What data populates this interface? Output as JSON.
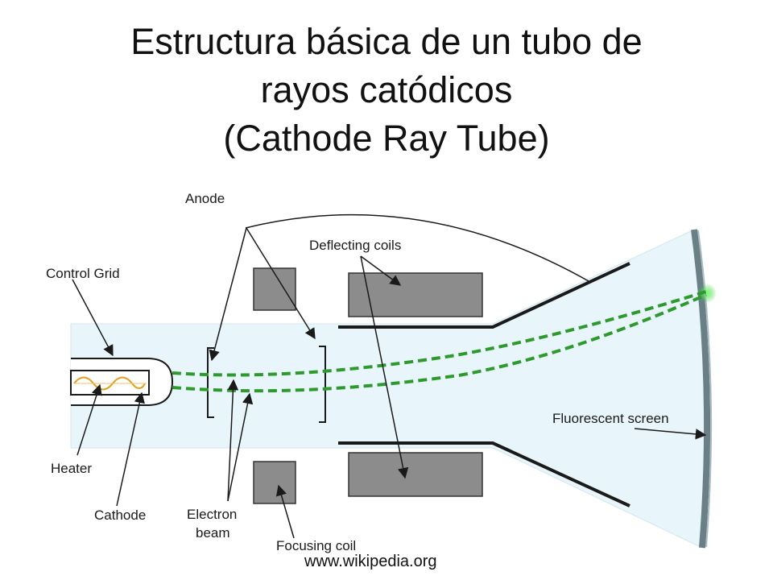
{
  "slide": {
    "title_lines": [
      "Estructura básica de un tubo de",
      "rayos catódicos",
      "(Cathode Ray Tube)"
    ],
    "source": "www.wikipedia.org"
  },
  "labels": {
    "anode": "Anode",
    "deflecting_coils": "Deflecting coils",
    "control_grid": "Control Grid",
    "fluorescent_screen": "Fluorescent screen",
    "heater": "Heater",
    "cathode": "Cathode",
    "electron_beam_line1": "Electron",
    "electron_beam_line2": "beam",
    "focusing_coil": "Focusing coil"
  },
  "colors": {
    "tube_fill": "#e8f6fb",
    "coil_fill": "#8c8c8c",
    "beam": "#2e9a2e",
    "spot": "#3cdc3c",
    "heater_wave": "#e0a020",
    "screen": "#6b7f86"
  }
}
